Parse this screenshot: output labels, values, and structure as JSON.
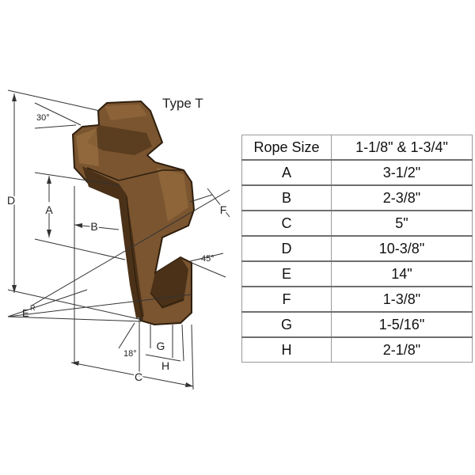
{
  "diagram": {
    "title": "Type T",
    "labels": {
      "a": "A",
      "b": "B",
      "c": "C",
      "d": "D",
      "e": "E",
      "r": "R",
      "f": "F",
      "g": "G",
      "h": "H",
      "angle_30": "30°",
      "angle_45": "45°",
      "angle_18": "18°"
    },
    "colors": {
      "body": "#7a5530",
      "shadow": "#4a3118",
      "highlight": "#9a7040",
      "outline": "#2e1e0c",
      "lines": "#333333"
    }
  },
  "table": {
    "header": [
      "Rope Size",
      "1-1/8\" & 1-3/4\""
    ],
    "rows": [
      [
        "A",
        "3-1/2\""
      ],
      [
        "B",
        "2-3/8\""
      ],
      [
        "C",
        "5\""
      ],
      [
        "D",
        "10-3/8\""
      ],
      [
        "E",
        "14\""
      ],
      [
        "F",
        "1-3/8\""
      ],
      [
        "G",
        "1-5/16\""
      ],
      [
        "H",
        "2-1/8\""
      ]
    ]
  }
}
